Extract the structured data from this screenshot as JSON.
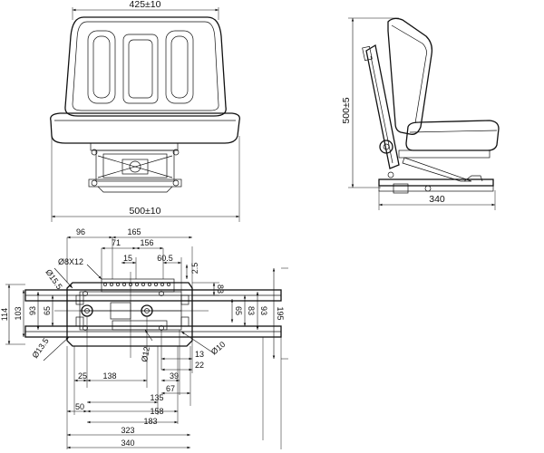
{
  "front_view": {
    "width_top": "425±10",
    "width_bottom": "500±10"
  },
  "side_view": {
    "height": "500±5",
    "depth": "340"
  },
  "base_plate": {
    "top": {
      "d96": "96",
      "d165": "165",
      "d71": "71",
      "d156": "156",
      "d15": "15",
      "d60_5": "60.5",
      "d2_5": "2.5",
      "slot": "Ø8X12"
    },
    "left": {
      "d15_5": "Ø15.5",
      "d114": "114",
      "d103": "103",
      "d93": "93",
      "d65": "65",
      "d13_5": "Ø13.5"
    },
    "right": {
      "d83a": "83",
      "d83b": "83",
      "d65": "65",
      "d93": "93",
      "d195": "195",
      "d10": "Ø10",
      "d12": "Ø12"
    },
    "bottom": {
      "d13": "13",
      "d22": "22",
      "d25": "25",
      "d138": "138",
      "d39": "39",
      "d67": "67",
      "d135": "135",
      "d50": "50",
      "d158": "158",
      "d183": "183",
      "d323": "323",
      "d340": "340"
    }
  }
}
